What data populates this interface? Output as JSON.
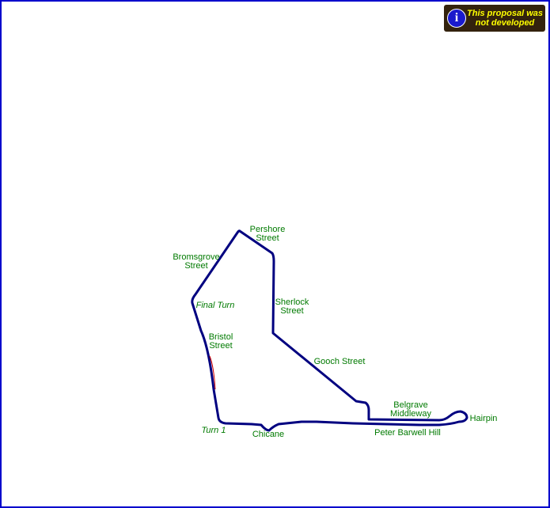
{
  "notice": {
    "icon": "info-icon",
    "icon_glyph": "i",
    "text": "This proposal was\nnot developed"
  },
  "colors": {
    "track": "#000080",
    "label": "#007a00",
    "pit_lane": "#cc0000",
    "border": "#0000cc"
  },
  "labels": {
    "pershore": "Pershore\nStreet",
    "bromsgrove": "Bromsgrove\nStreet",
    "sherlock": "Sherlock\nStreet",
    "final_turn": "Final Turn",
    "bristol": "Bristol\nStreet",
    "gooch": "Gooch Street",
    "belgrave": "Belgrave\nMiddleway",
    "hairpin": "Hairpin",
    "turn1": "Turn 1",
    "chicane": "Chicane",
    "peter_barwell": "Peter Barwell Hill"
  }
}
